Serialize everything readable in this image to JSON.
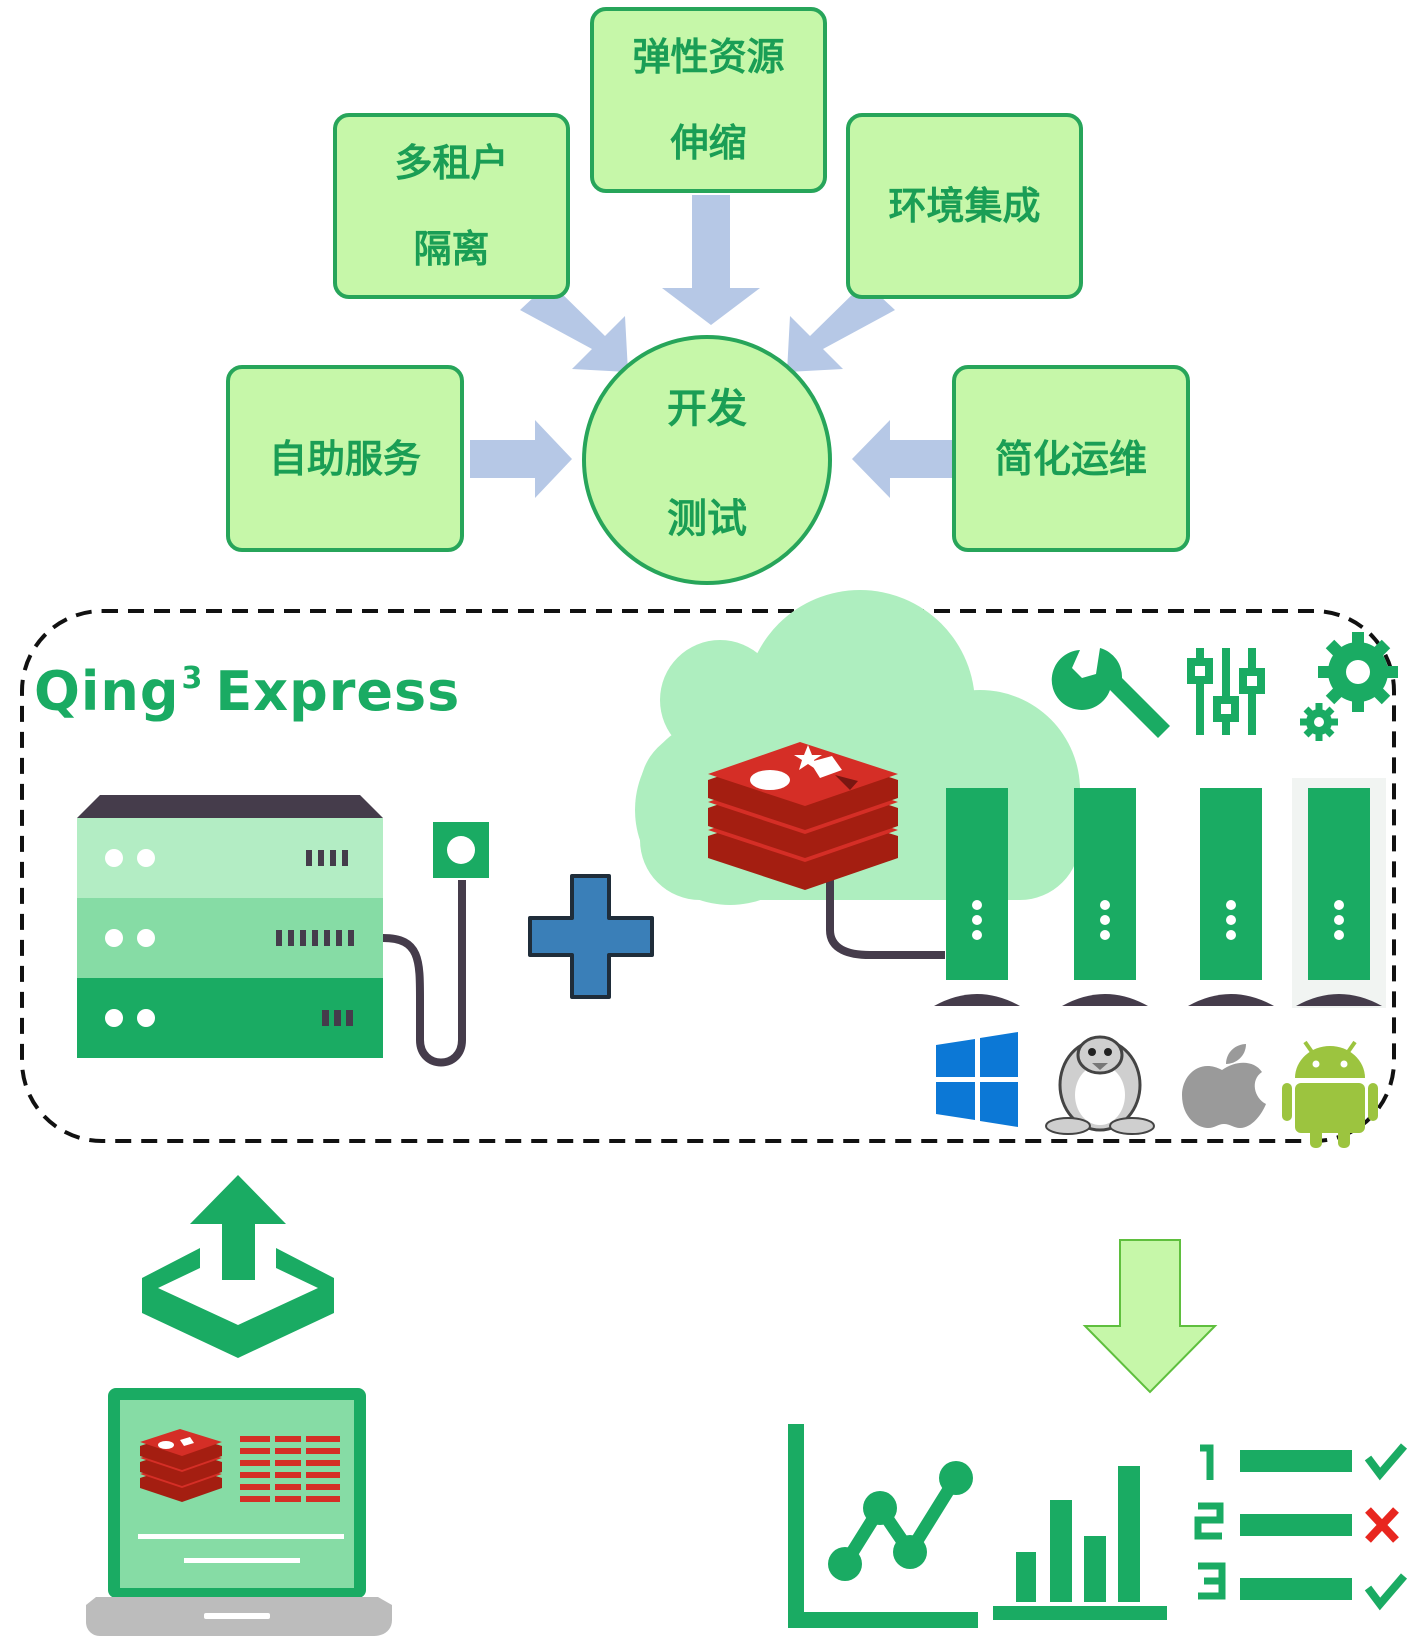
{
  "center": {
    "line1": "开发",
    "line2": "测试"
  },
  "boxes": {
    "multi_tenant": {
      "line1": "多租户",
      "line2": "隔离"
    },
    "elastic": {
      "line1": "弹性资源",
      "line2": "伸缩"
    },
    "env_integration": {
      "line1": "环境集成"
    },
    "self_service": {
      "line1": "自助服务"
    },
    "simple_ops": {
      "line1": "简化运维"
    }
  },
  "platform": {
    "name": "Qing",
    "superscript": "3",
    "name_suffix": "Express"
  },
  "icons": {
    "tools": [
      "wrench-icon",
      "sliders-icon",
      "gears-icon"
    ],
    "os": [
      "windows-icon",
      "linux-icon",
      "apple-icon",
      "android-icon"
    ],
    "results": [
      "line-chart-icon",
      "bar-chart-icon",
      "checklist-icon"
    ]
  },
  "colors": {
    "box_fill": "#c6f7a9",
    "box_border": "#27a55a",
    "text_green": "#1a9e55",
    "arrow_blue": "#b6c8e6",
    "server_green": "#1aab63",
    "redis_red": "#d52e26",
    "plus_blue": "#3a7fb8"
  }
}
